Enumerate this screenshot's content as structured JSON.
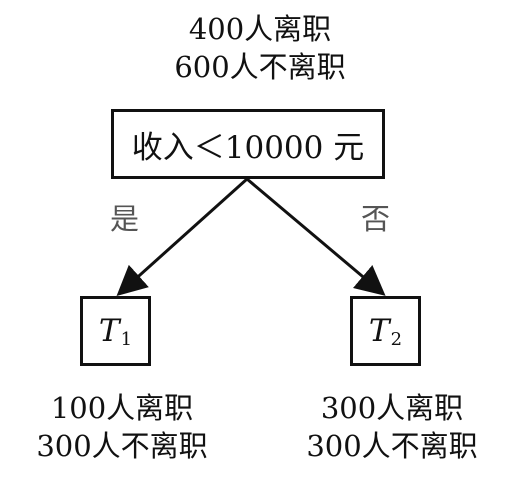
{
  "root": {
    "stats": {
      "line1": "400人离职",
      "line2": "600人不离职"
    },
    "condition": "收入＜10000 元"
  },
  "branches": {
    "yes_label": "是",
    "no_label": "否"
  },
  "leaves": [
    {
      "name": "T",
      "subscript": "1",
      "line1": "100人离职",
      "line2": "300人不离职"
    },
    {
      "name": "T",
      "subscript": "2",
      "line1": "300人离职",
      "line2": "300人不离职"
    }
  ],
  "colors": {
    "ink": "#111111",
    "label": "#555555",
    "background": "#ffffff"
  }
}
